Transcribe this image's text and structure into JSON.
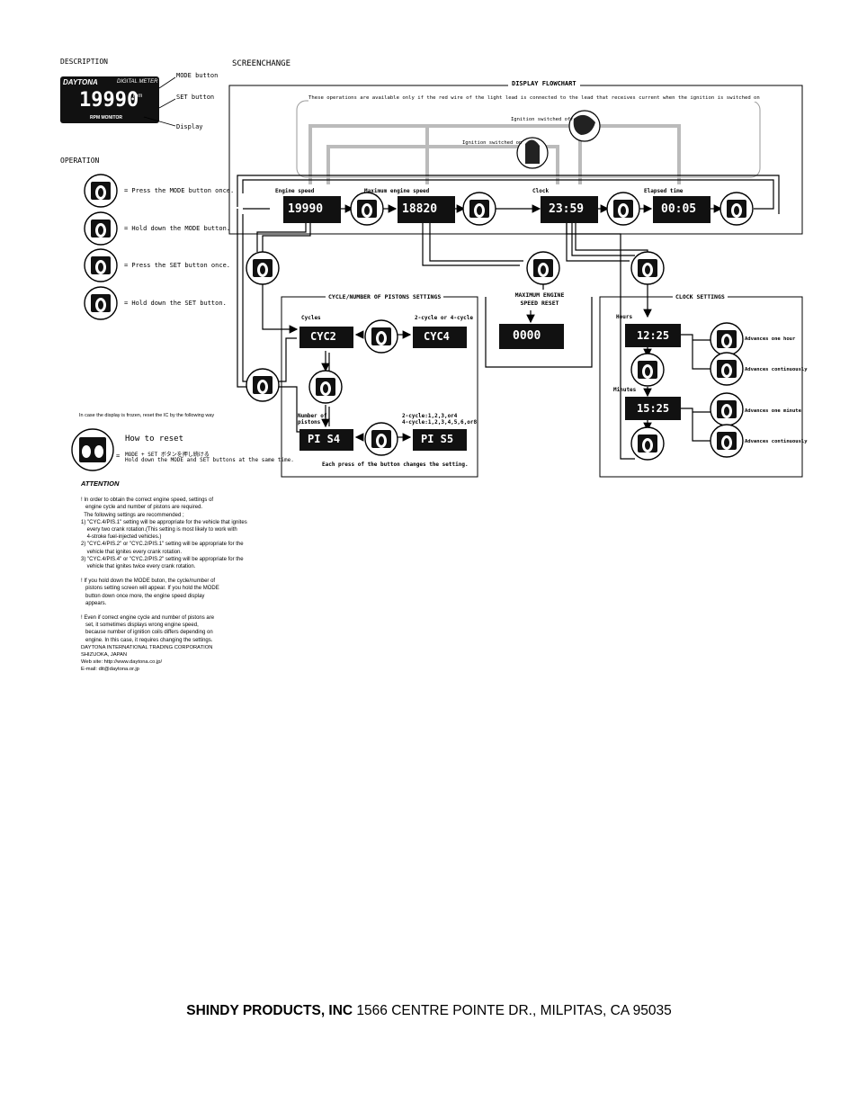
{
  "description": {
    "heading": "DESCRIPTION",
    "brand": "DAYTONA",
    "model": "DIGITAL METER",
    "display_value": "19990",
    "display_unit": "rpm",
    "subtitle": "RPM MONITOR",
    "labels": [
      "MODE button",
      "SET button",
      "Display"
    ]
  },
  "operation": {
    "heading": "OPERATION",
    "items": [
      "= Press the MODE button once.",
      "= Hold down the MODE button.",
      "= Press the SET button once.",
      "= Hold down the SET button."
    ]
  },
  "screenchange": {
    "heading": "SCREENCHANGE",
    "flowchart_title": "DISPLAY FLOWCHART",
    "note": "These operations are available only if the red wire of the light lead is connected to the lead that receives current when the ignition is switched on",
    "ignition_off": "Ignition switched off",
    "ignition_on": "Ignition switched on",
    "screens": {
      "engine_speed": {
        "label": "Engine speed",
        "value": "19990"
      },
      "max_engine_speed": {
        "label": "Maximum engine speed",
        "value": "18820"
      },
      "clock": {
        "label": "Clock",
        "value": "23:59"
      },
      "elapsed_time": {
        "label": "Elapsed time",
        "value": "00:05"
      }
    }
  },
  "cycle_settings": {
    "title": "CYCLE/NUMBER OF PISTONS SETTINGS",
    "cycles_label": "Cycles",
    "two_four_label": "2-cycle or 4-cycle",
    "cyc2": "CYC2",
    "cyc4": "CYC4",
    "pistons_label": [
      "Number of",
      "pistons"
    ],
    "pistons_note": [
      "2-cycle:1,2,3,or4",
      "4-cycle:1,2,3,4,5,6,or8"
    ],
    "pis4": "PI S4",
    "pis5": "PI S5",
    "footer": "Each press of the button changes the setting."
  },
  "max_reset": {
    "title": [
      "MAXIMUM ENGINE",
      "SPEED RESET"
    ],
    "value": "0000"
  },
  "clock_settings": {
    "title": "CLOCK SETTINGS",
    "hours_label": "Hours",
    "minutes_label": "Minutes",
    "hours_value": "12:25",
    "minutes_value": "15:25",
    "advances": [
      "Advances one hour",
      "Advances continuously",
      "Advances one minute",
      "Advances continuously"
    ]
  },
  "reset": {
    "frozen_note": "In case the display is frozen, reset the IC by the following way",
    "title": "How to reset",
    "line1": "MODE + SET ボタンを押し続ける",
    "line2": "Hold down the MODE and SET buttons at the same time.",
    "equals": "="
  },
  "attention": {
    "title": "ATTENTION",
    "lines": [
      "! In order to obtain the correct engine speed, settings of",
      "   engine cycle and number of pistons are required.",
      "  The following settings are recommended ;",
      "1) \"CYC.4/PIS.1\" setting will be appropriate for the vehicle that ignites",
      "    every two crank rotation.(This setting is most likely to work with",
      "    4-stroke fuel-injected vehicles.)",
      "2) \"CYC.4/PIS.2\" or \"CYC.2/PIS.1\" setting will be appropriate for the",
      "    vehicle that ignites every crank rotation.",
      "3) \"CYC.4/PIS.4\" or \"CYC.2/PIS.2\" setting will be appropriate for the",
      "    vehicle that ignites twice every crank rotation.",
      "",
      "! If you hold down the MODE buton, the cycle/number of",
      "   pistons setting screen will appear. If you hold the MODE",
      "   button down once more, the engine speed display",
      "   appears.",
      "",
      "! Even if correct engine cycle and number of pistons are",
      "   set, it sometimes displays wrong engine speed,",
      "   because number of ignition coils differs depending on",
      "   engine. In this case, it requires changing the settings."
    ],
    "company": [
      "DAYTONA INTERNATIONAL TRADING CORPORATION",
      "SHIZUOKA, JAPAN",
      "Web site:  http://www.daytona.co.jp/",
      "E-mail:  dit@daytona.or.jp"
    ]
  },
  "footer": {
    "company": "SHINDY PRODUCTS, INC",
    "address": " 1566 CENTRE POINTE DR., MILPITAS, CA 95035"
  }
}
